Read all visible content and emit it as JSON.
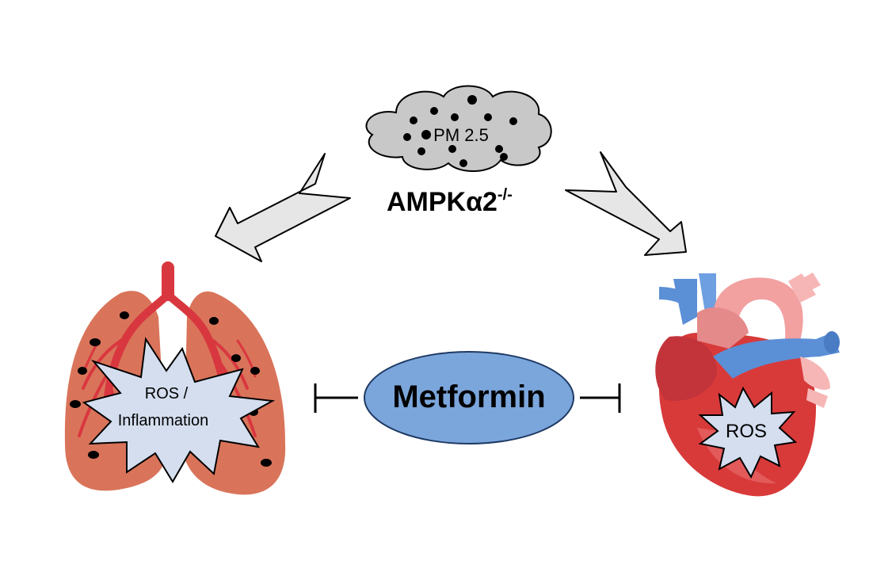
{
  "source": {
    "label": "PM 2.5"
  },
  "genotype": {
    "base": "AMPKα2",
    "superscript": "-/-"
  },
  "treatment": {
    "label": "Metformin"
  },
  "lung": {
    "burst_line1": "ROS /",
    "burst_line2": "Inflammation"
  },
  "heart": {
    "burst_label": "ROS"
  },
  "colors": {
    "cloud_fill": "#c8c8c8",
    "arrow_fill": "#e6e6e6",
    "pill_fill": "#7ba6dc",
    "lung_fill": "#d9745a",
    "airway": "#d9373f",
    "burst_fill": "#d4deef",
    "heart_red": "#d83a3a",
    "heart_blue": "#5b8fd6",
    "heart_pink": "#f2a0a0"
  },
  "icons": {
    "particle": "particle-icon",
    "lungs": "lungs-icon",
    "heart": "heart-icon"
  }
}
